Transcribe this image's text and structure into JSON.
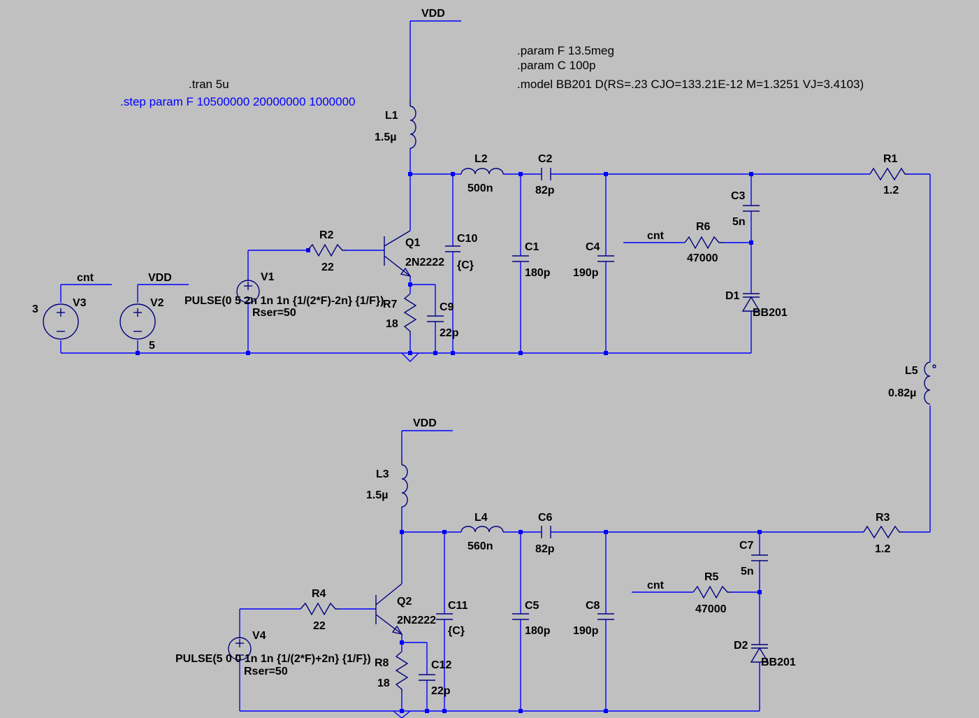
{
  "directives": {
    "tran": ".tran 5u",
    "step": ".step param F 10500000 20000000 1000000",
    "param_f": ".param F 13.5meg",
    "param_c": ".param C 100p",
    "model": ".model BB201 D(RS=.23 CJO=133.21E-12 M=1.3251 VJ=3.4103)"
  },
  "nets": {
    "vdd_top": "VDD",
    "vdd_bottom": "VDD",
    "vdd_v2": "VDD",
    "cnt_v3": "cnt",
    "cnt_r6": "cnt",
    "cnt_r5": "cnt"
  },
  "components": {
    "L1": {
      "name": "L1",
      "value": "1.5µ"
    },
    "L2": {
      "name": "L2",
      "value": "500n"
    },
    "L3": {
      "name": "L3",
      "value": "1.5µ"
    },
    "L4": {
      "name": "L4",
      "value": "560n"
    },
    "L5": {
      "name": "L5",
      "value": "0.82µ"
    },
    "C1": {
      "name": "C1",
      "value": "180p"
    },
    "C2": {
      "name": "C2",
      "value": "82p"
    },
    "C3": {
      "name": "C3",
      "value": "5n"
    },
    "C4": {
      "name": "C4",
      "value": "190p"
    },
    "C5": {
      "name": "C5",
      "value": "180p"
    },
    "C6": {
      "name": "C6",
      "value": "82p"
    },
    "C7": {
      "name": "C7",
      "value": "5n"
    },
    "C8": {
      "name": "C8",
      "value": "190p"
    },
    "C9": {
      "name": "C9",
      "value": "22p"
    },
    "C10": {
      "name": "C10",
      "value": "{C}"
    },
    "C11": {
      "name": "C11",
      "value": "{C}"
    },
    "C12": {
      "name": "C12",
      "value": "22p"
    },
    "R1": {
      "name": "R1",
      "value": "1.2"
    },
    "R2": {
      "name": "R2",
      "value": "22"
    },
    "R3": {
      "name": "R3",
      "value": "1.2"
    },
    "R4": {
      "name": "R4",
      "value": "22"
    },
    "R5": {
      "name": "R5",
      "value": "47000"
    },
    "R6": {
      "name": "R6",
      "value": "47000"
    },
    "R7": {
      "name": "R7",
      "value": "18"
    },
    "R8": {
      "name": "R8",
      "value": "18"
    },
    "Q1": {
      "name": "Q1",
      "value": "2N2222"
    },
    "Q2": {
      "name": "Q2",
      "value": "2N2222"
    },
    "D1": {
      "name": "D1",
      "value": "BB201"
    },
    "D2": {
      "name": "D2",
      "value": "BB201"
    },
    "V1": {
      "name": "V1",
      "value": "PULSE(0 5 2n 1n 1n {1/(2*F)-2n} {1/F})",
      "extra": "Rser=50"
    },
    "V2": {
      "name": "V2",
      "value": "5"
    },
    "V3": {
      "name": "V3",
      "value": "3"
    },
    "V4": {
      "name": "V4",
      "value": "PULSE(5 0 0 1n 1n {1/(2*F)+2n} {1/F})",
      "extra": "Rser=50"
    }
  },
  "colors": {
    "background": "#c0c0c0",
    "wire": "#0000ff",
    "component": "#000080",
    "step_directive": "#0000ff"
  }
}
